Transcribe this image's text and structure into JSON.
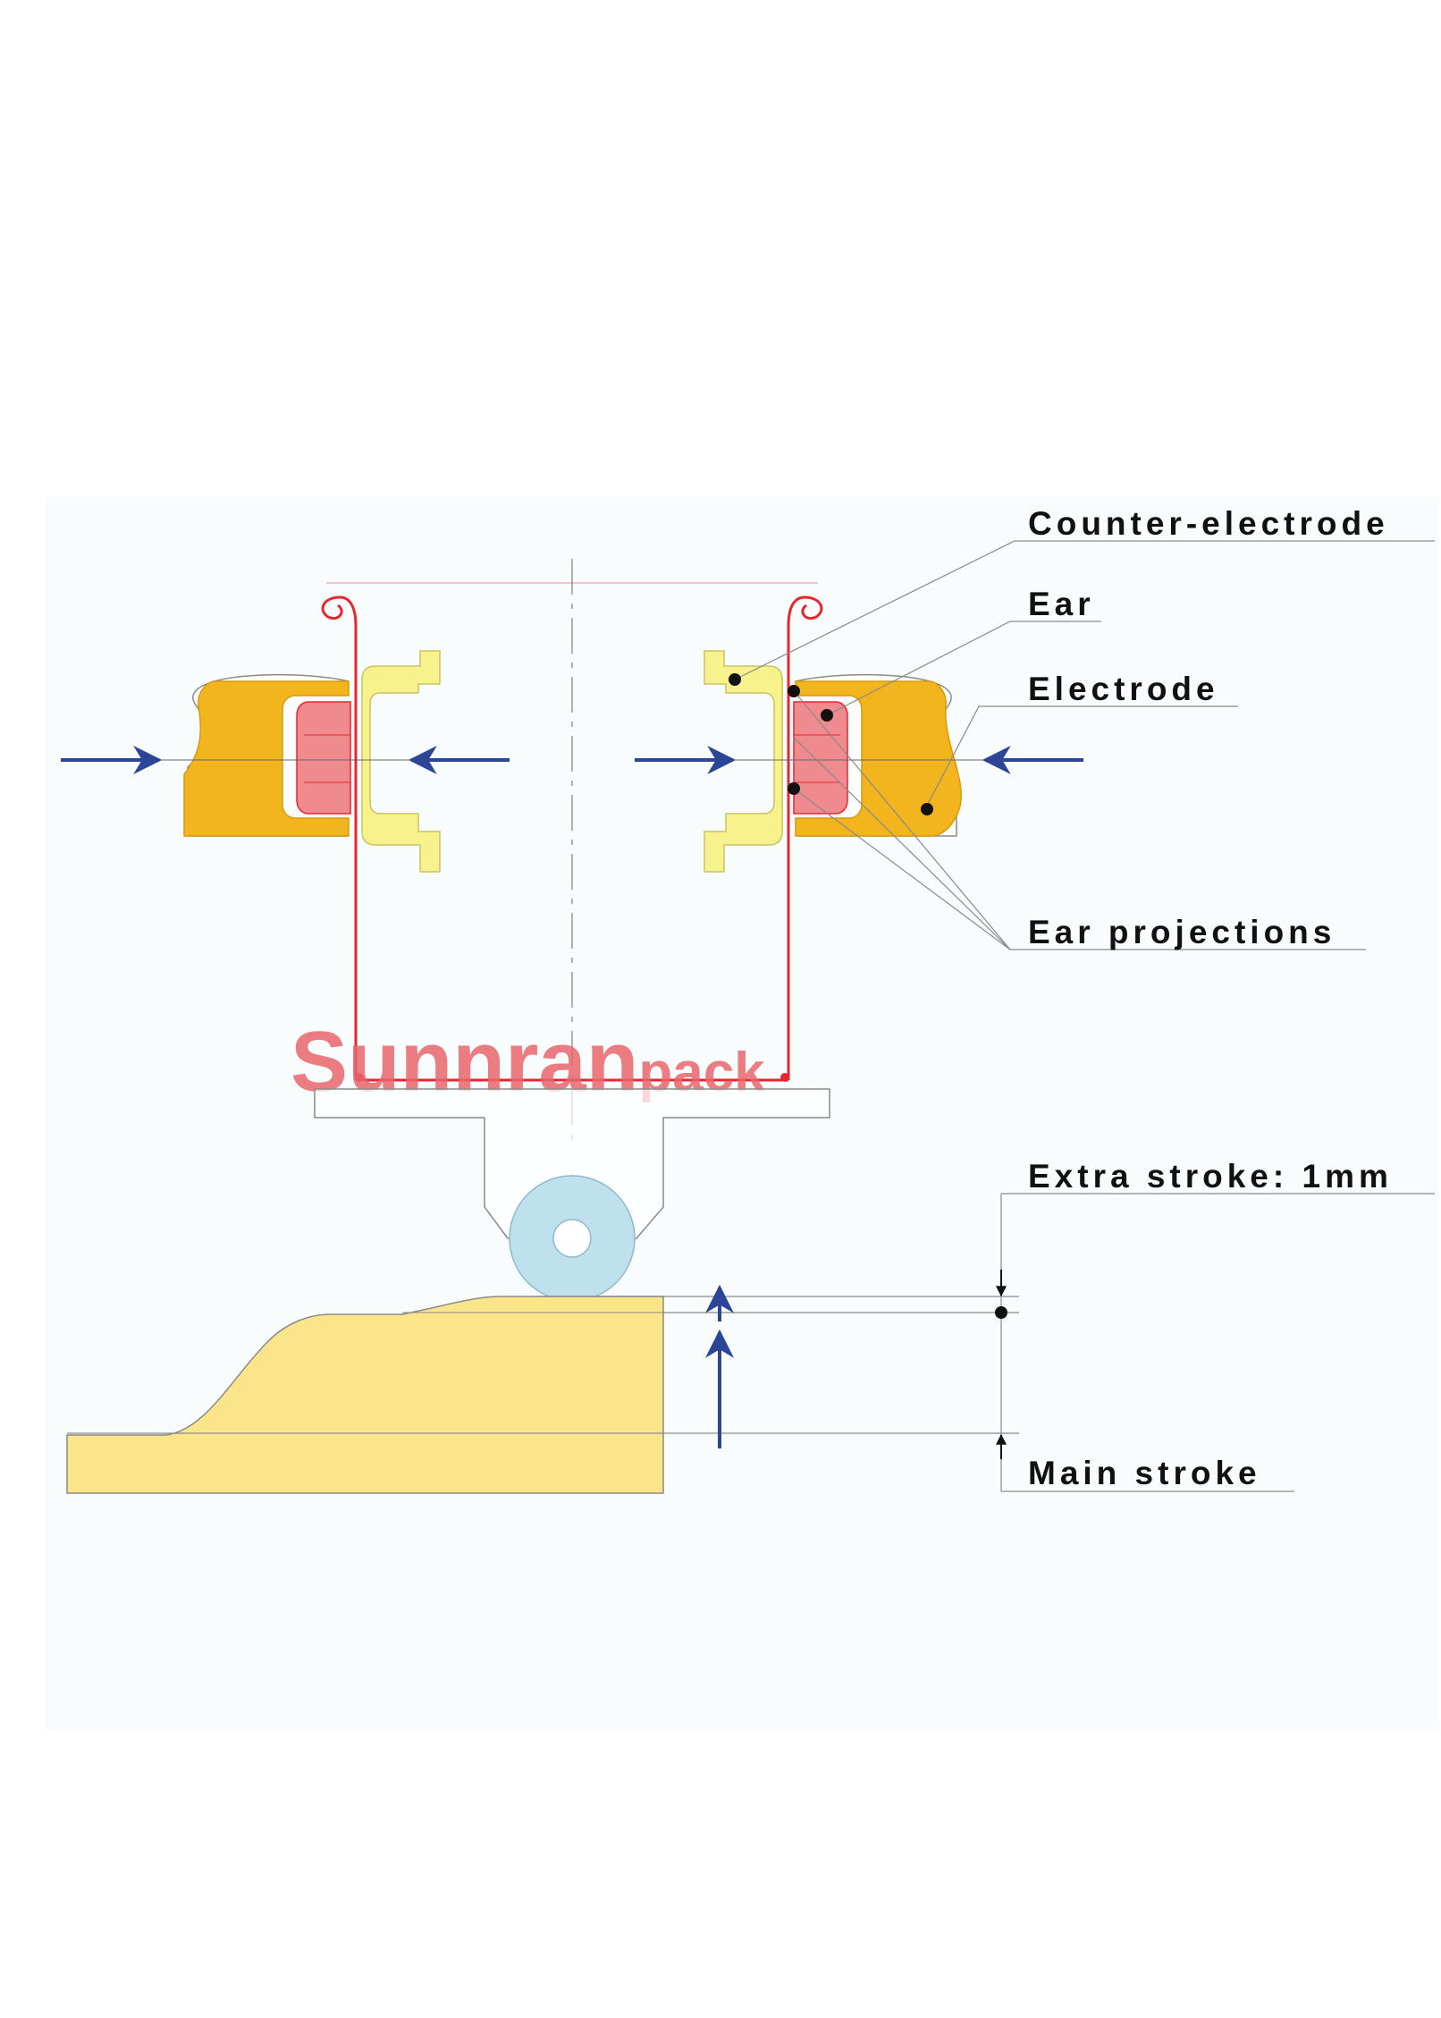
{
  "labels": {
    "counter_electrode": "Counter-electrode",
    "ear": "Ear",
    "electrode": "Electrode",
    "ear_projections": "Ear projections",
    "extra_stroke": "Extra stroke: 1mm",
    "main_stroke": "Main stroke"
  },
  "watermark": {
    "main": "Sunnran",
    "suffix": "pack"
  },
  "colors": {
    "electrode": "#f3b51d",
    "counter_electrode": "#f7f28c",
    "ear": "#ef8a8f",
    "can": "#e8262f",
    "arrow": "#2c4596",
    "roller": "#bfe1ee",
    "cam": "#fbe58a",
    "line": "#8a8a8a",
    "watermark": "#e8656c"
  }
}
